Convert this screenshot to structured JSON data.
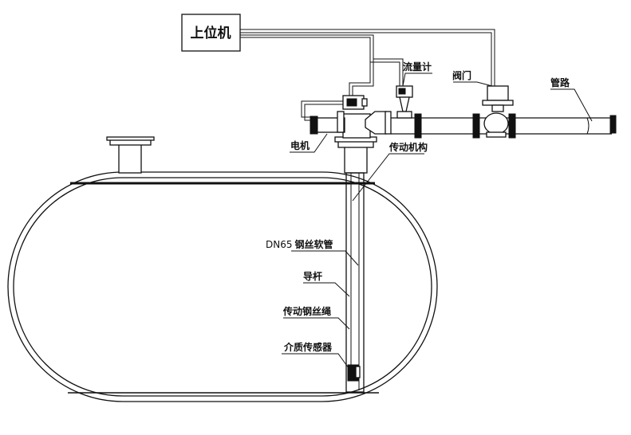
{
  "labels": {
    "host_computer": "上位机",
    "flow_meter": "流量计",
    "valve": "阀门",
    "pipeline": "管路",
    "motor": "电机",
    "drive_mechanism": "传动机构",
    "hose_prefix": "DN65",
    "hose_suffix": "钢丝软管",
    "guide_rod": "导杆",
    "drive_wire_rope": "传动钢丝绳",
    "medium_sensor": "介质传感器"
  }
}
